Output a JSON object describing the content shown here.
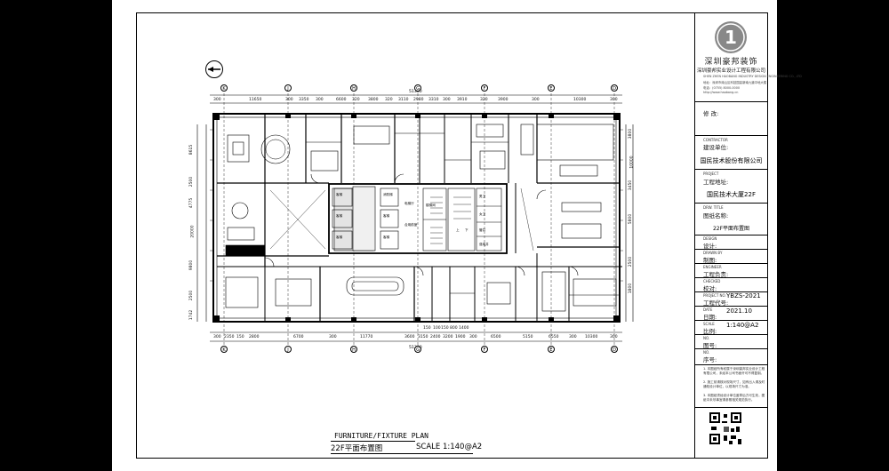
{
  "title_block": {
    "logo_name": "深圳豪邦装饰",
    "logo_glyph": "1",
    "company_name": "深圳豪邦实业设计工程有限公司",
    "company_en": "SHEN ZHEN HAOBANG INDUSTRY DESIGN ENGINEERING CO., LTD",
    "address": "地址：深圳市南山区科技园高新南九道中地大楼",
    "phone": "电话：(0755) 8000-0000",
    "web": "http://www.haobang.cn",
    "revision_label": "修 改:",
    "contractor_small": "CONTRACTOR",
    "contractor_label": "建设单位:",
    "contractor_value": "国民技术股份有限公司",
    "project_small": "PROJECT",
    "project_label": "工程地址:",
    "project_value": "国民技术大厦22F",
    "drawing_small": "DRW. TITLE",
    "drawing_label": "图纸名称:",
    "drawing_value": "22F平面布置图",
    "design_small": "DESIGN",
    "design_label": "设计:",
    "drawn_small": "DRAWN BY",
    "drawn_label": "制图:",
    "engineer_small": "ENGINEER",
    "engineer_label": "工程负责:",
    "check_small": "CHECKED",
    "check_label": "校对:",
    "job_small": "PROJECT NO.",
    "job_label": "工程代号:",
    "job_value": "YBZS-2021",
    "date_small": "DATE",
    "date_label": "日期:",
    "date_value": "2021.10",
    "scale_small": "SCALE",
    "scale_label": "比例:",
    "scale_value": "1:140@A2",
    "dwg_small": "NO.",
    "dwg_label": "图号:",
    "seq_small": "NO.",
    "seq_label": "序号:",
    "notes": [
      "1. 本图纸所有权属于深圳豪邦实业设计工程有限公司，未经本公司书面许可不得复制。",
      "2. 施工前请核对现场尺寸，如有出入请及时通知设计单位，以现场尺寸为准。",
      "3. 本图纸须经设计单位盖章后方可生效，图纸中未尽事宜请参照相关规范执行。"
    ]
  },
  "plan": {
    "title": "FURNITURE/FIXTURE PLAN",
    "subtitle": "22F平面布置图",
    "scale": "SCALE  1:140@A2",
    "grid_top": [
      "K",
      "J",
      "H",
      "G",
      "F",
      "E",
      "D"
    ],
    "grid_bottom": [
      "K",
      "J",
      "H",
      "G",
      "F",
      "E",
      "D"
    ],
    "overall_top": "51300",
    "overall_bottom": "51300",
    "dims_top": [
      "300",
      "11650",
      "300",
      "3350",
      "300",
      "6600",
      "320",
      "3800",
      "320",
      "3110",
      "2980",
      "3310",
      "300",
      "3910",
      "320",
      "3900",
      "300",
      "10300",
      "300"
    ],
    "dims_bottom": [
      "300",
      "2350",
      "150",
      "2800",
      "6700",
      "300",
      "11770",
      "3600",
      "3150",
      "2400",
      "3200",
      "1900",
      "300",
      "6500",
      "5150",
      "6550",
      "300",
      "10300",
      "300"
    ],
    "dims_bottom_upper": [
      "150",
      "100",
      "150",
      "800",
      "1400"
    ],
    "dims_left": [
      "8615",
      "2500",
      "4775",
      "20000",
      "9800",
      "2500",
      "1742"
    ],
    "dims_right": [
      "3800",
      "10000",
      "3450",
      "5800",
      "2500",
      "1800"
    ],
    "rooms": [
      "前室",
      "合用前室",
      "电梯厅",
      "男卫",
      "女卫",
      "管井",
      "强电井",
      "弱电井",
      "楼梯间",
      "风井",
      "上",
      "下"
    ],
    "elevators": [
      "客梯",
      "客梯",
      "客梯",
      "消防梯",
      "客梯",
      "客梯"
    ]
  }
}
